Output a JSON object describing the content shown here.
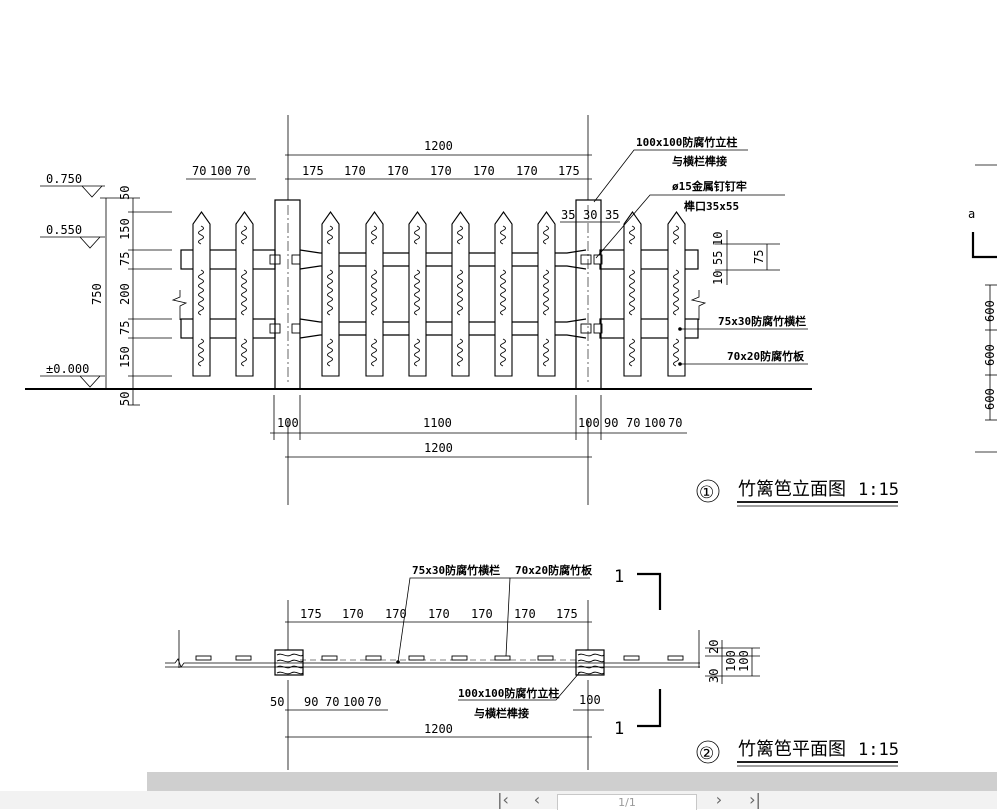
{
  "elevation": {
    "levels": [
      "0.750",
      "0.550",
      "±0.000"
    ],
    "left_vertical_dims": [
      "50",
      "150",
      "75",
      "200",
      "75",
      "150",
      "50"
    ],
    "overall_height": "750",
    "top_overall": "1200",
    "top_spacings": [
      "175",
      "170",
      "170",
      "170",
      "170",
      "170",
      "175"
    ],
    "left_board_dims": [
      "70",
      "100",
      "70"
    ],
    "post_dims": [
      "35",
      "30",
      "35"
    ],
    "right_small_dims": [
      "10",
      "55",
      "10"
    ],
    "right_rail_height": "75",
    "bottom_left_post": "100",
    "bottom_span": "1100",
    "bottom_right_dims": [
      "100",
      "90",
      "70",
      "100",
      "70"
    ],
    "bottom_overall": "1200",
    "label_post": [
      "100x100防腐竹立柱",
      "与横栏榫接"
    ],
    "label_nail": [
      "ø15金属钉钉牢",
      "榫口35x55"
    ],
    "label_rail": "75x30防腐竹横栏",
    "label_board": "70x20防腐竹板",
    "title_num": "①",
    "title": "竹篱笆立面图",
    "scale": "1:15"
  },
  "plan": {
    "label_rail": "75x30防腐竹横栏",
    "label_board": "70x20防腐竹板",
    "section_mark": "1",
    "top_spacings": [
      "175",
      "170",
      "170",
      "170",
      "170",
      "170",
      "175"
    ],
    "bottom_dims": [
      "50",
      "90",
      "70",
      "100",
      "70"
    ],
    "post_label": [
      "100x100防腐竹立柱",
      "与横栏榫接"
    ],
    "right_post_dim": "100",
    "overall": "1200",
    "side_dims": [
      "20",
      "30",
      "100"
    ],
    "title_num": "②",
    "title": "竹篱笆平面图",
    "scale": "1:15"
  },
  "side_section": {
    "mark": "a",
    "dims": [
      "600",
      "600",
      "600"
    ]
  },
  "viewer": {
    "first": "|‹",
    "prev": "‹",
    "page": "1/1",
    "next": "›",
    "last": "›|"
  }
}
